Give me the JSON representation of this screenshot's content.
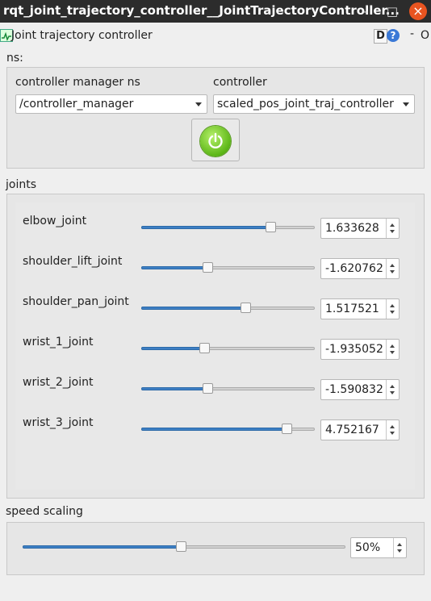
{
  "window": {
    "title": "rqt_joint_trajectory_controller__JointTrajectoryController..."
  },
  "window_controls": {
    "minimize": "–",
    "maximize": "□",
    "close": "×"
  },
  "plugin": {
    "title": "Joint trajectory controller",
    "d_button": "D",
    "help_button": "?",
    "dash": "-",
    "o_button": "O"
  },
  "ns_label": "ns:",
  "controller_manager": {
    "label": "controller manager ns",
    "selected": "/controller_manager"
  },
  "controller": {
    "label": "controller",
    "selected": "scaled_pos_joint_traj_controller"
  },
  "joints": {
    "label": "joints",
    "items": [
      {
        "name": "elbow_joint",
        "value": "1.633628",
        "fraction": 0.76
      },
      {
        "name": "shoulder_lift_joint",
        "value": "-1.620762",
        "fraction": 0.375
      },
      {
        "name": "shoulder_pan_joint",
        "value": "1.517521",
        "fraction": 0.61
      },
      {
        "name": "wrist_1_joint",
        "value": "-1.935052",
        "fraction": 0.355
      },
      {
        "name": "wrist_2_joint",
        "value": "-1.590832",
        "fraction": 0.375
      },
      {
        "name": "wrist_3_joint",
        "value": "4.752167",
        "fraction": 0.86
      }
    ]
  },
  "speed_scaling": {
    "label": "speed scaling",
    "value": "50%",
    "fraction": 0.49
  },
  "colors": {
    "accent": "#3d7fc4",
    "power_green": "#5cb616",
    "close_button": "#e95420"
  }
}
